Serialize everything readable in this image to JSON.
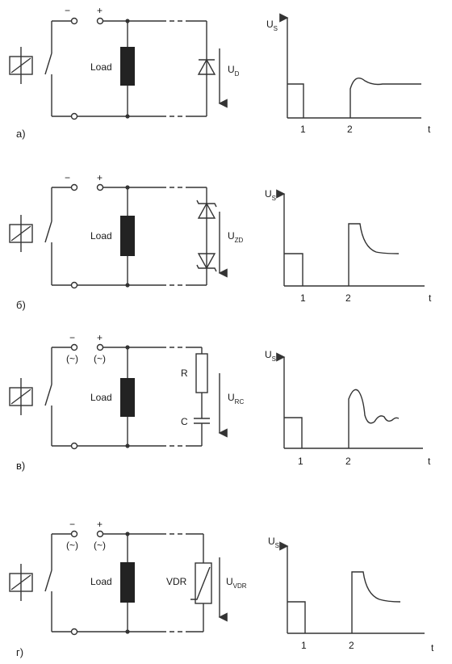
{
  "panels": [
    {
      "id": "a",
      "label": "a)",
      "minus": "−",
      "plus": "+",
      "load": "Load",
      "u_main": "U",
      "u_sub": "D",
      "graph": {
        "ylabel": "U",
        "ylabel_sub": "S",
        "xlabel": "t",
        "tick1": "1",
        "tick2": "2"
      }
    },
    {
      "id": "b",
      "label": "б)",
      "minus": "−",
      "plus": "+",
      "load": "Load",
      "u_main": "U",
      "u_sub": "ZD",
      "graph": {
        "ylabel": "U",
        "ylabel_sub": "S",
        "xlabel": "t",
        "tick1": "1",
        "tick2": "2"
      }
    },
    {
      "id": "c",
      "label": "в)",
      "minus": "−",
      "plus": "+",
      "ac_minus": "(~)",
      "ac_plus": "(~)",
      "load": "Load",
      "r": "R",
      "c": "C",
      "u_main": "U",
      "u_sub": "RC",
      "graph": {
        "ylabel": "U",
        "ylabel_sub": "S",
        "xlabel": "t",
        "tick1": "1",
        "tick2": "2"
      }
    },
    {
      "id": "d",
      "label": "г)",
      "minus": "−",
      "plus": "+",
      "ac_minus": "(~)",
      "ac_plus": "(~)",
      "load": "Load",
      "vdr": "VDR",
      "u_main": "U",
      "u_sub": "VDR",
      "graph": {
        "ylabel": "U",
        "ylabel_sub": "S",
        "xlabel": "t",
        "tick1": "1",
        "tick2": "2"
      }
    }
  ]
}
